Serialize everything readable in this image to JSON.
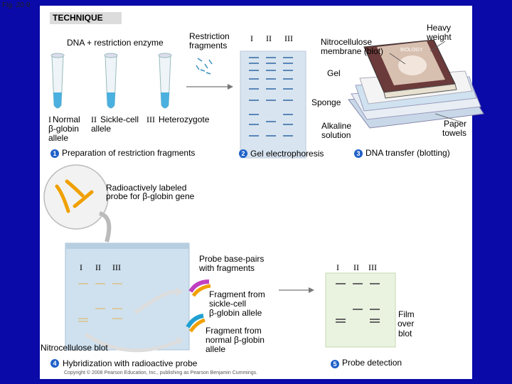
{
  "fig_label": "Fig. 20-9",
  "technique": "TECHNIQUE",
  "step1": {
    "num": "1",
    "title": "Preparation of restriction fragments",
    "enzyme_label": "DNA + restriction enzyme",
    "fragments_label": [
      "Restriction",
      "fragments"
    ],
    "samples": [
      {
        "roman": "I",
        "lines": [
          "Normal",
          "β-globin",
          "allele"
        ]
      },
      {
        "roman": "II",
        "lines": [
          "Sickle-cell",
          "allele"
        ]
      },
      {
        "roman": "III",
        "lines": [
          "Heterozygote"
        ]
      }
    ]
  },
  "step2": {
    "num": "2",
    "title": "Gel electrophoresis",
    "lanes": [
      "I",
      "II",
      "III"
    ]
  },
  "step3": {
    "num": "3",
    "title": "DNA transfer (blotting)",
    "heavy_weight": [
      "Heavy",
      "weight"
    ],
    "membrane": [
      "Nitrocellulose",
      "membrane (blot)"
    ],
    "gel": "Gel",
    "sponge": "Sponge",
    "alkaline": [
      "Alkaline",
      "solution"
    ],
    "paper": [
      "Paper",
      "towels"
    ],
    "book_title": "BIOLOGY"
  },
  "step4": {
    "num": "4",
    "title": "Hybridization with radioactive probe",
    "probe_label": [
      "Radioactively labeled",
      "probe for β-globin gene"
    ],
    "pairs_label": [
      "Probe base-pairs",
      "with fragments"
    ],
    "bag_lanes": [
      "I",
      "II",
      "III"
    ],
    "blot_label": "Nitrocellulose blot",
    "sickle_frag": [
      "Fragment from",
      "sickle-cell",
      "β-globin allele"
    ],
    "normal_frag": [
      "Fragment from",
      "normal β-globin",
      "allele"
    ]
  },
  "step5": {
    "num": "5",
    "title": "Probe detection",
    "lanes": [
      "I",
      "II",
      "III"
    ],
    "film": [
      "Film",
      "over",
      "blot"
    ]
  },
  "copyright": "Copyright © 2008 Pearson Education, Inc., publishing as Pearson Benjamin Cummings.",
  "colors": {
    "background": "#0a0aa8",
    "step_badge": "#1f60c8",
    "probe": "#f0a000",
    "sickle_dna": "#c040c0",
    "normal_dna": "#20a0d0"
  }
}
